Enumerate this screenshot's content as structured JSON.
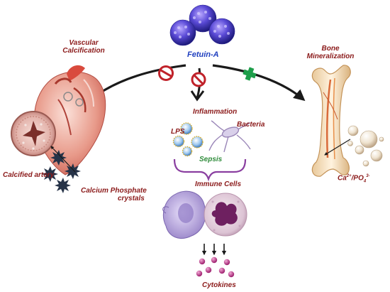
{
  "labels": {
    "fetuin": "Fetuin-A",
    "vascular_line1": "Vascular",
    "vascular_line2": "Calcification",
    "bone_line1": "Bone",
    "bone_line2": "Mineralization",
    "inflammation": "Inflammation",
    "lps": "LPS",
    "bacteria": "Bacteria",
    "sepsis": "Sepsis",
    "immune_cells": "Immune Cells",
    "cytokines": "Cytokines",
    "calcified_artery": "Calcified artery",
    "cap_line1": "Calcium Phosphate",
    "cap_line2": "crystals",
    "ion_ca": "Ca",
    "ion_ca_sup": "2+",
    "ion_sep": "/PO",
    "ion_po_sub": "4",
    "ion_po_sup": "3-"
  },
  "colors": {
    "label_red": "#8b1a1a",
    "fetuin_blue": "#1f3fbf",
    "sepsis_green": "#2e8b3a",
    "inhibit_red": "#c0222a",
    "promote_green": "#1e9e4a",
    "bracket_purple": "#8a3fa0",
    "cytokine_magenta": "#b0287d"
  },
  "icons": {
    "inhibit_vascular": "prohibition-icon",
    "inhibit_inflammation": "prohibition-icon",
    "promote_bone": "plus-icon"
  }
}
